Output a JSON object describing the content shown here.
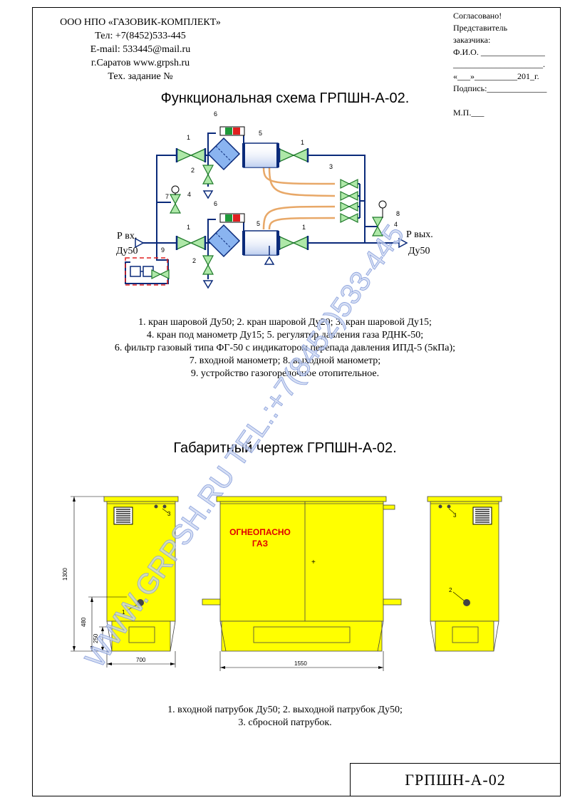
{
  "company": {
    "name": "ООО НПО «ГАЗОВИК-КОМПЛЕКТ»",
    "phone": "Тел: +7(8452)533-445",
    "email": "E-mail: 533445@mail.ru",
    "city_web": "г.Саратов  www.grpsh.ru",
    "task": "Тех. задание №"
  },
  "approval": {
    "agreed": "Согласовано!",
    "rep1": "Представитель",
    "rep2": "заказчика:",
    "fio": "Ф.И.О. _______________",
    "line": "_____________________.",
    "date": "«___»__________201_г.",
    "sign": "Подпись:______________",
    "mp": "М.П.___"
  },
  "scheme": {
    "title": "Функциональная схема ГРПШН-А-02.",
    "inlet_p": "Р вх.",
    "inlet_dn": "Ду50",
    "outlet_p": "Р вых.",
    "outlet_dn": "Ду50",
    "callouts": [
      "1",
      "2",
      "3",
      "4",
      "5",
      "6",
      "7",
      "8",
      "9"
    ]
  },
  "scheme_legend": [
    "1. кран шаровой Ду50; 2. кран шаровой Ду20; 3. кран шаровой Ду15;",
    "4. кран под манометр Ду15; 5. регулятор давления газа РДНК-50;",
    "6. фильтр газовый типа ФГ-50 с индикатором перепада давления ИПД-5 (5кПа);",
    "7. входной манометр; 8. выходной манометр;",
    "9. устройство газогорелочное отопительное."
  ],
  "drawing": {
    "title": "Габаритный чертеж ГРПШН-А-02.",
    "warning_line1": "ОГНЕОПАСНО",
    "warning_line2": "ГАЗ",
    "dim_height": "1300",
    "dim_480": "480",
    "dim_250": "250",
    "dim_width": "700",
    "dim_length": "1550",
    "callout_1": "1",
    "callout_2": "2",
    "callout_3": "3"
  },
  "drawing_legend": [
    "1. входной патрубок Ду50; 2. выходной патрубок Ду50;",
    "3. сбросной патрубок."
  ],
  "stamp": "ГРПШН-А-02",
  "watermark": "WWW.GRPSH.RU TEL.:+7(8452)533-445",
  "colors": {
    "cabinet": "#ffff00",
    "valve": "#33aa33",
    "pipe": "#0a2a7a",
    "impulse": "#e0a060",
    "warning": "#e00000",
    "watermark": "#9aaee0"
  }
}
